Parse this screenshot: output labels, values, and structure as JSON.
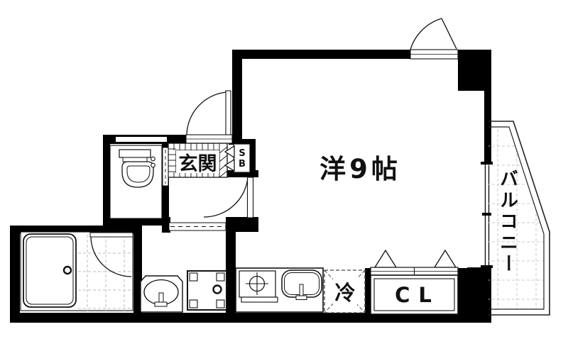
{
  "plan_labels": {
    "main_room": "洋9帖",
    "entrance": "玄関",
    "shoe_box_line1": "S",
    "shoe_box_line2": "B",
    "balcony": "バルコニー",
    "refrigerator": "冷",
    "closet": "CL"
  },
  "colors": {
    "wall": "#000000",
    "background": "#ffffff",
    "tile_grid": "#c8c8c8"
  }
}
